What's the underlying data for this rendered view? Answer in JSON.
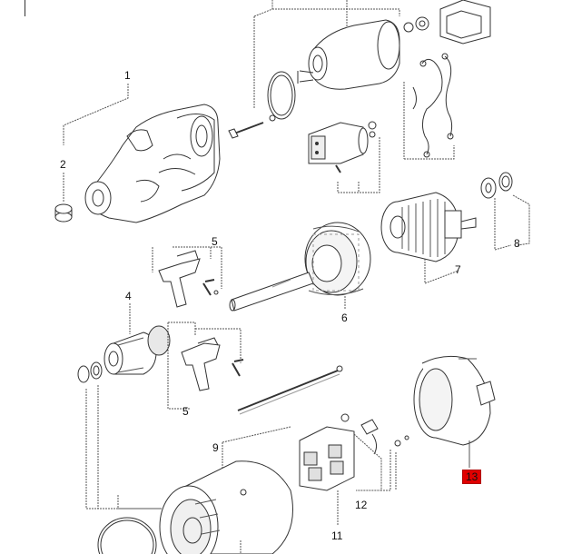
{
  "diagram": {
    "callouts": [
      {
        "id": "1",
        "label": "1"
      },
      {
        "id": "2",
        "label": "2"
      },
      {
        "id": "4",
        "label": "4"
      },
      {
        "id": "5a",
        "label": "5"
      },
      {
        "id": "5b",
        "label": "5"
      },
      {
        "id": "6",
        "label": "6"
      },
      {
        "id": "7",
        "label": "7"
      },
      {
        "id": "8",
        "label": "8"
      },
      {
        "id": "9",
        "label": "9"
      },
      {
        "id": "11",
        "label": "11"
      },
      {
        "id": "12",
        "label": "12"
      },
      {
        "id": "13",
        "label": "13",
        "selected": true
      }
    ],
    "colors": {
      "line": "#333333",
      "highlight": "#e00000",
      "part_fill": "#ffffff",
      "shade": "#d8d8d8"
    }
  }
}
